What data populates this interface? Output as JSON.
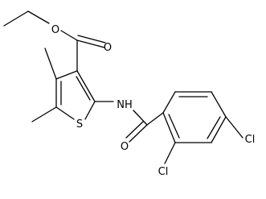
{
  "molecule": {
    "atoms": {
      "ester_o_single": "O",
      "ester_o_double": "O",
      "sulfur": "S",
      "amide_nh": "NH",
      "amide_o": "O",
      "cl_para": "Cl",
      "cl_ortho": "Cl"
    }
  }
}
